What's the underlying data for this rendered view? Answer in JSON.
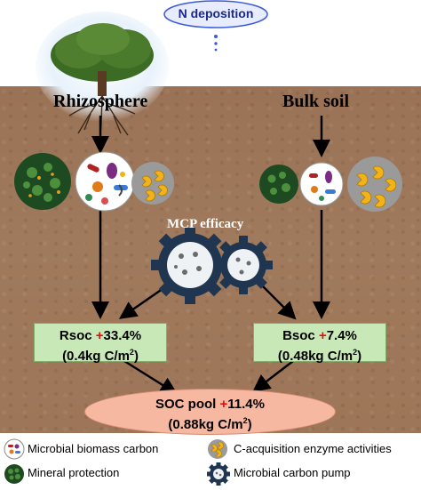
{
  "top": {
    "n_deposition": "N deposition"
  },
  "labels": {
    "rhizosphere": "Rhizosphere",
    "bulk_soil": "Bulk soil",
    "mcp": "MCP efficacy"
  },
  "rsoc": {
    "name": "Rsoc ",
    "change": "+",
    "pct": "33.4%",
    "amount_prefix": "(0.4kg C/m",
    "amount_suffix": ")",
    "sup": "2"
  },
  "bsoc": {
    "name": "Bsoc ",
    "change": "+",
    "pct": "7.4%",
    "amount_prefix": "(0.48kg C/m",
    "amount_suffix": ")",
    "sup": "2"
  },
  "soc": {
    "name": "SOC pool ",
    "change": "+",
    "pct": "11.4%",
    "amount_prefix": "(0.88kg C/m",
    "amount_suffix": ")",
    "sup": "2"
  },
  "legend": {
    "microbial_biomass": "Microbial biomass carbon",
    "enzyme": "C-acquisition enzyme activities",
    "mineral": "Mineral protection",
    "pump": "Microbial carbon pump"
  },
  "colors": {
    "soil": "#9d7558",
    "green_box": "#c9e8b8",
    "ellipse": "#f6b8a0",
    "increase": "#e01010",
    "gear": "#1f3550",
    "enzyme": "#f2b318"
  }
}
